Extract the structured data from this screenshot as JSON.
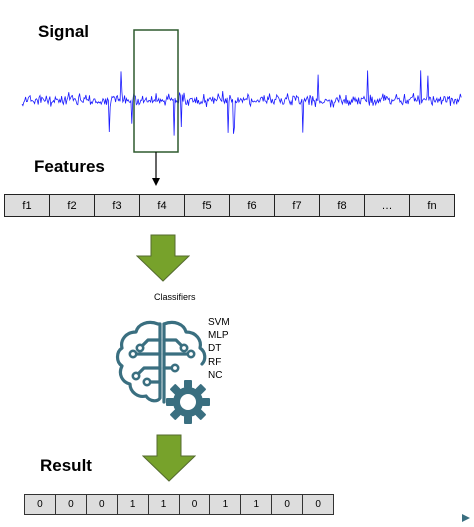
{
  "labels": {
    "signal": "Signal",
    "features": "Features",
    "classifiers": "Classifiers",
    "result": "Result"
  },
  "features": [
    "f1",
    "f2",
    "f3",
    "f4",
    "f5",
    "f6",
    "f7",
    "f8",
    "…",
    "fn"
  ],
  "classifiers": [
    "SVM",
    "MLP",
    "DT",
    "RF",
    "NC"
  ],
  "result": [
    "0",
    "0",
    "0",
    "1",
    "1",
    "0",
    "1",
    "1",
    "0",
    "0"
  ],
  "colors": {
    "signal": "#1a1aff",
    "window": "#2e5a2e",
    "arrow_fill": "#77a22b",
    "arrow_stroke": "#556b2f",
    "icon": "#3a6f80",
    "cell_bg": "#dddddd"
  },
  "icons": {
    "brain": "brain-circuit-icon",
    "gear": "gear-icon"
  }
}
